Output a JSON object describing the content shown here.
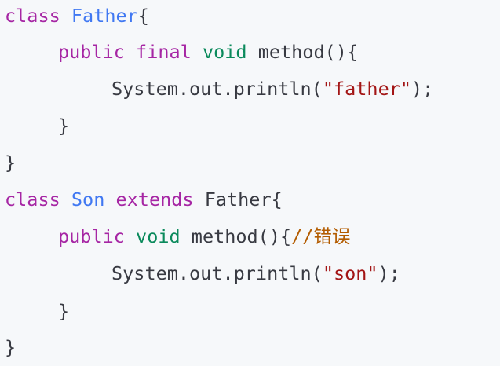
{
  "code": {
    "line1": {
      "kw": "class",
      "sp": " ",
      "name": "Father",
      "brace": "{"
    },
    "line2": {
      "mod1": "public",
      "sp1": " ",
      "mod2": "final",
      "sp2": " ",
      "type": "void",
      "sp3": " ",
      "rest": "method(){"
    },
    "line3": {
      "pre": "System.out.println(",
      "str": "\"father\"",
      "post": ");"
    },
    "line4": {
      "text": "}"
    },
    "line5": {
      "text": "}"
    },
    "line6": {
      "kw": "class",
      "sp1": " ",
      "name": "Son",
      "sp2": " ",
      "ext": "extends",
      "sp3": " ",
      "parent": "Father",
      "brace": "{"
    },
    "line7": {
      "mod": "public",
      "sp1": " ",
      "type": "void",
      "sp2": " ",
      "rest": "method(){",
      "comment": "//错误"
    },
    "line8": {
      "pre": "System.out.println(",
      "str": "\"son\"",
      "post": ");"
    },
    "line9": {
      "text": "}"
    },
    "line10": {
      "text": "}"
    }
  },
  "colors": {
    "background": "#f6f8fa",
    "keyword": "#a626a4",
    "type": "#0b8a5c",
    "class_name": "#4078f2",
    "string": "#a31515",
    "comment": "#b35c00",
    "text": "#383a42"
  }
}
